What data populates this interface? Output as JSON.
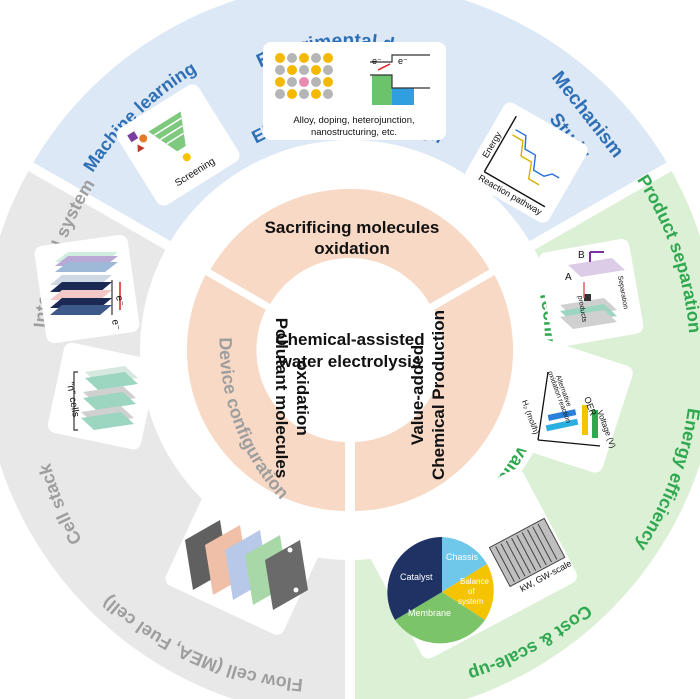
{
  "center": {
    "line1": "Chemical-assisted",
    "line2": "water electrolysis"
  },
  "inner_ring": {
    "top": {
      "line1": "Sacrificing molecules",
      "line2": "oxidation"
    },
    "left": {
      "line1": "Pollutant molecules",
      "line2": "oxidation"
    },
    "right": {
      "line1": "Value-added",
      "line2": "Chemical Production"
    }
  },
  "middle_labels": {
    "electrocatalyst": "Electrocatalyst design",
    "device": "Device configuration",
    "techno": "Techno-economic validation"
  },
  "outer_labels": {
    "experimental": "Experimental design",
    "machine_learning": "Machine learning",
    "mechanism_1": "Mechanism",
    "mechanism_2": "Study",
    "integrated": "Integrated system",
    "cell_stack": "Cell stack",
    "flow_cell": "Flow cell (MEA, Fuel cell)",
    "product_separation": "Product separation",
    "energy_efficiency": "Energy efficiency",
    "cost": "Cost & scale-up"
  },
  "panels": {
    "experimental": {
      "line1": "Alloy, doping, heterojunction,",
      "line2": "nanostructuring, etc.",
      "e1": "e⁻",
      "e2": "e⁻"
    },
    "ml": {
      "screening": "Screening"
    },
    "mechanism": {
      "energy": "Energy",
      "pathway": "Reaction pathway"
    },
    "integrated": {
      "e1": "e⁻",
      "e2": "e⁻"
    },
    "cellstack": {
      "n": "\"n\" cells"
    },
    "separation": {
      "a": "A",
      "b": "B",
      "products": "products",
      "separation": "Separation"
    },
    "efficiency": {
      "oer": "OER",
      "alt1": "Alternative",
      "alt2": "oxidation reaction",
      "ylabel": "H₂ (mol/h)",
      "xlabel": "Voltage (V)"
    },
    "cost": {
      "catalyst": "Catalyst",
      "chassis": "Chassis",
      "balance1": "Balance",
      "balance2": "of",
      "balance3": "system",
      "membrane": "Membrane",
      "scale": "kW, GW-scale"
    }
  },
  "colors": {
    "blue_sector": "#dce8f5",
    "gray_sector": "#e8e8e8",
    "green_sector": "#dcf0d6",
    "inner_peach": "#f8d9c6",
    "blue_text": "#2e6fb5",
    "gray_text": "#9e9e9e",
    "green_text": "#2fa84f"
  }
}
